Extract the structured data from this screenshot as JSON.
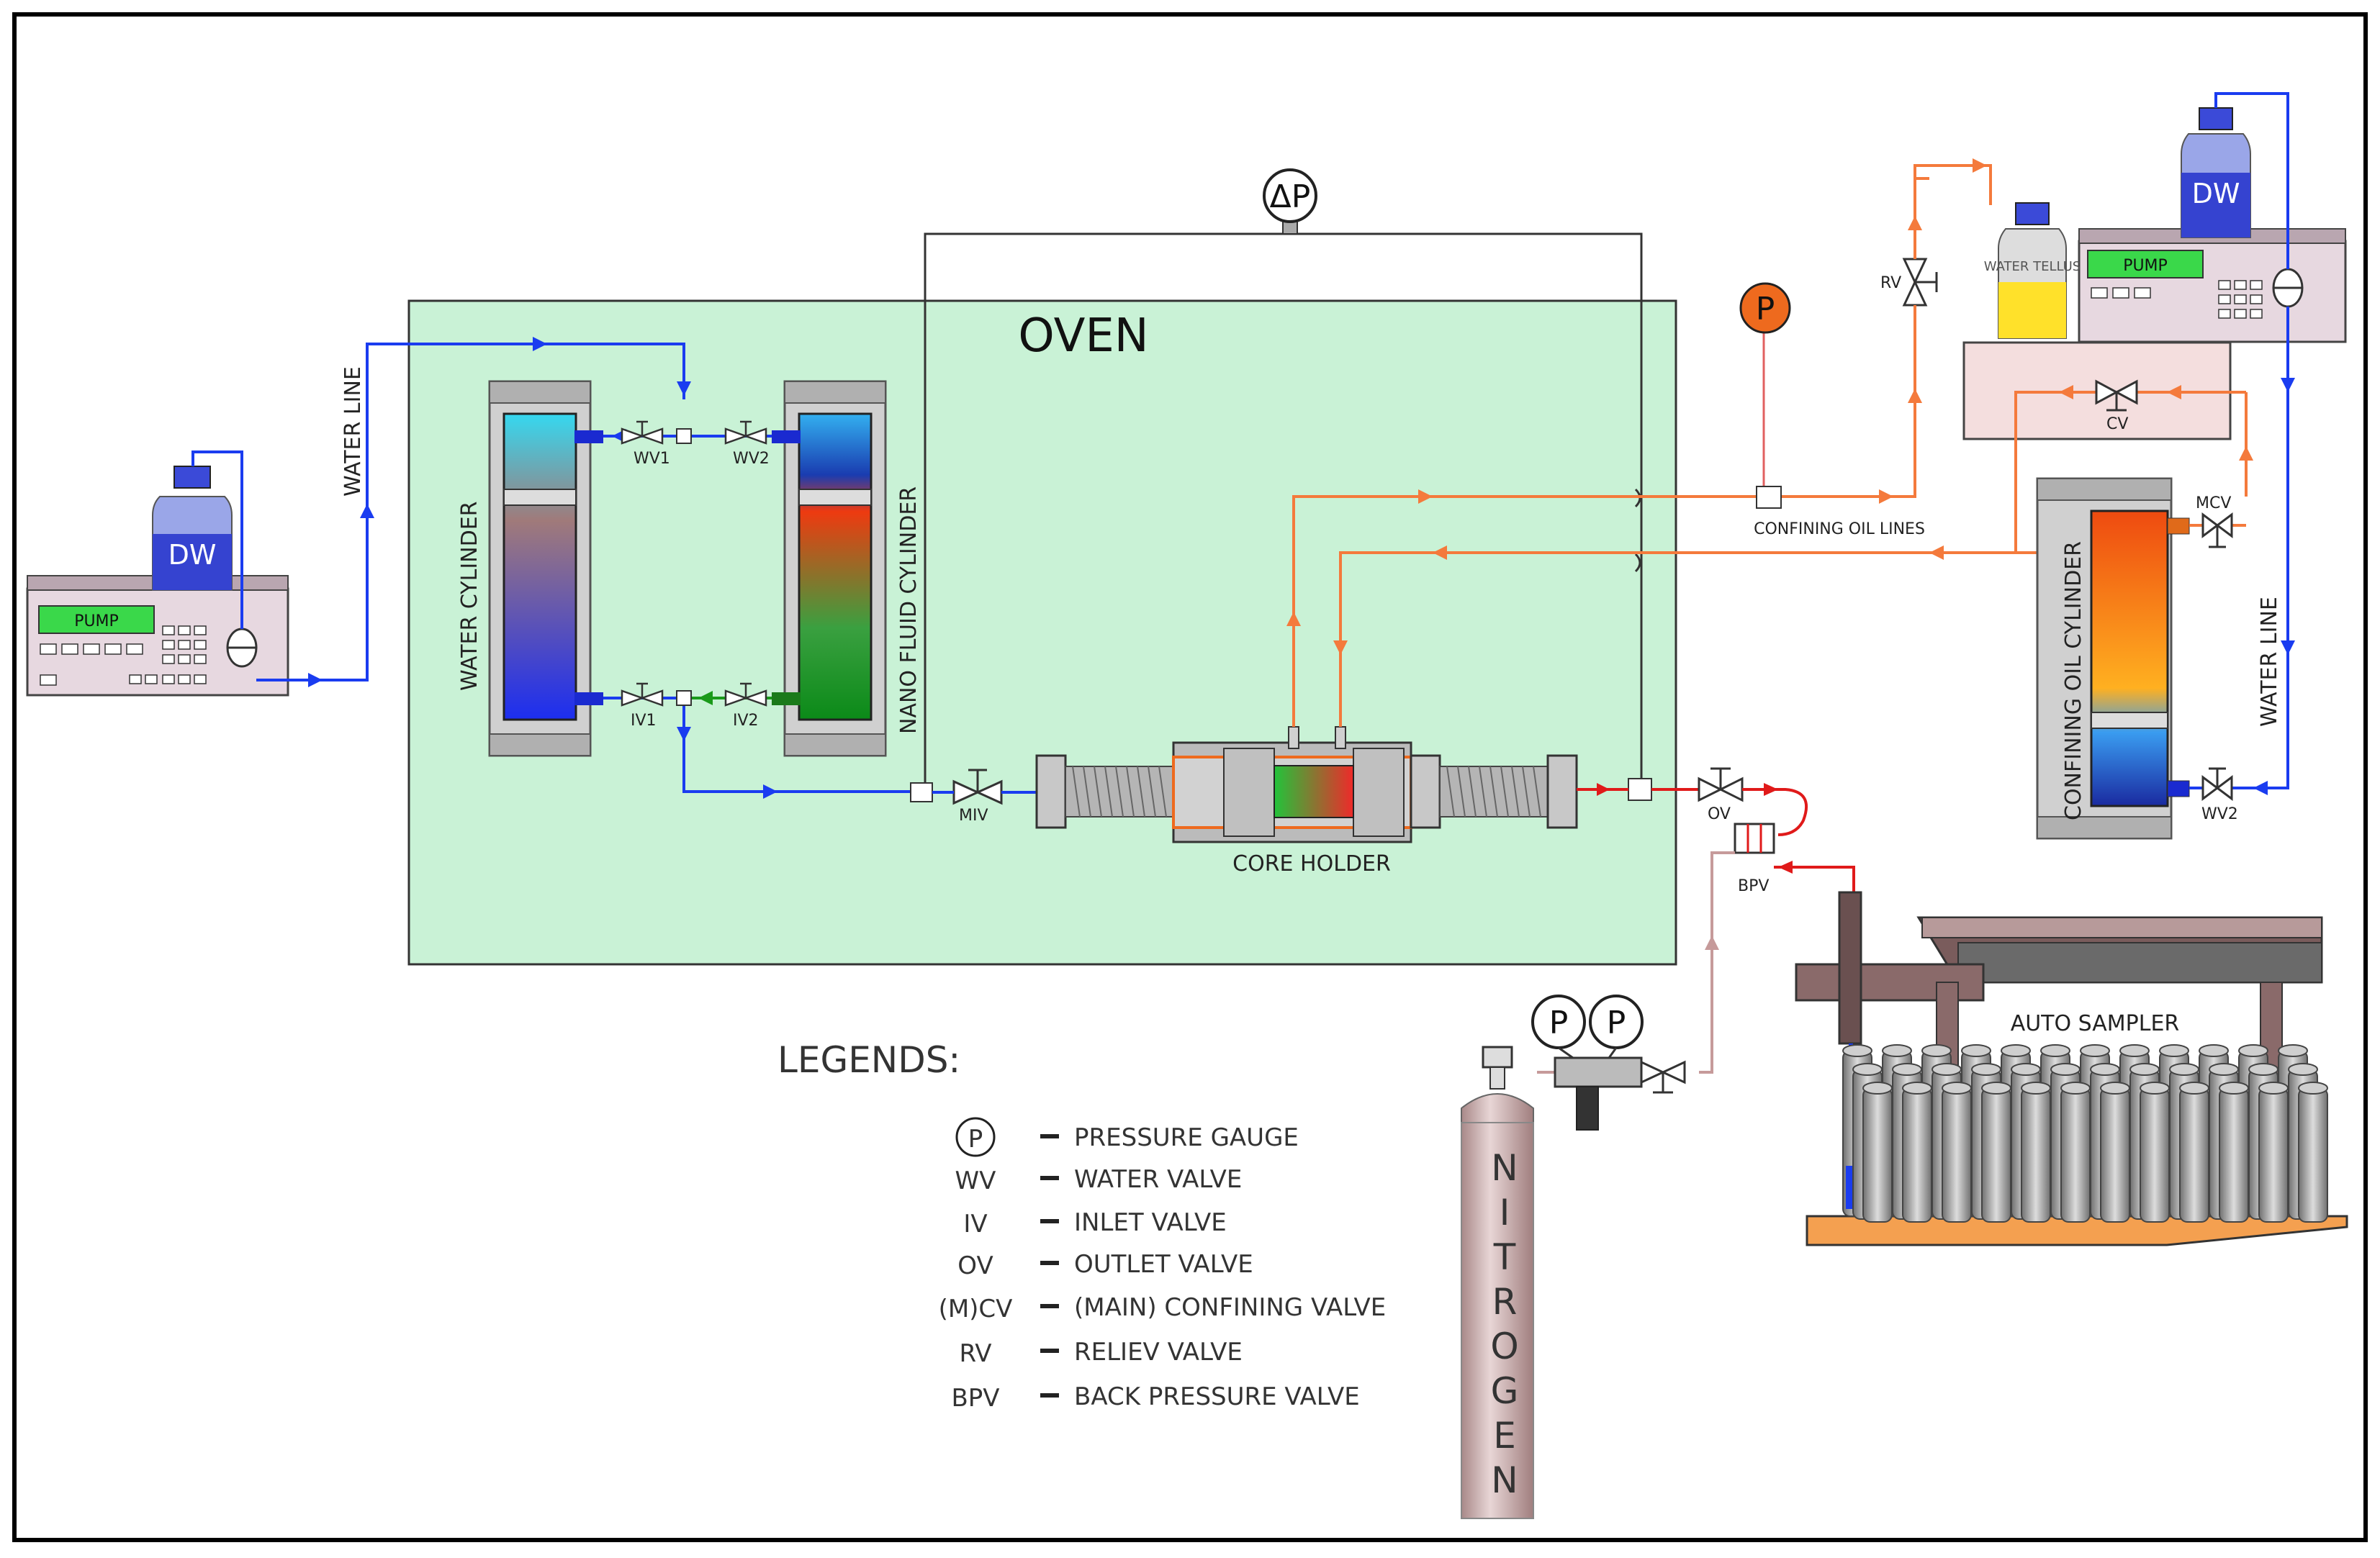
{
  "labels": {
    "oven": "OVEN",
    "water_line_left": "WATER LINE",
    "water_line_right": "WATER LINE",
    "water_cylinder": "WATER CYLINDER",
    "nano_fluid_cylinder": "NANO FLUID CYLINDER",
    "confining_oil_cylinder": "CONFINING OIL CYLINDER",
    "core_holder": "CORE HOLDER",
    "confining_oil_lines": "CONFINING OIL LINES",
    "auto_sampler": "AUTO SAMPLER",
    "nitrogen": "NITROGEN",
    "pump_left": "PUMP",
    "pump_right": "PUMP",
    "dw_left": "DW",
    "dw_right": "DW",
    "water_bottle_right": "WATER TELLUS",
    "delta_p": "ΔP",
    "p_gauge": "P",
    "p_nitrogen_1": "P",
    "p_nitrogen_2": "P"
  },
  "valves": {
    "wv1": "WV1",
    "wv2_top": "WV2",
    "iv1": "IV1",
    "iv2": "IV2",
    "miv": "MIV",
    "ov": "OV",
    "bpv": "BPV",
    "rv": "RV",
    "cv": "CV",
    "mcv": "MCV",
    "wv2_right": "WV2"
  },
  "legend": {
    "title": "LEGENDS:",
    "items": [
      {
        "symbol": "P",
        "desc": "PRESSURE GAUGE",
        "circled": true
      },
      {
        "symbol": "WV",
        "desc": "WATER VALVE"
      },
      {
        "symbol": "IV",
        "desc": "INLET VALVE"
      },
      {
        "symbol": "OV",
        "desc": "OUTLET VALVE"
      },
      {
        "symbol": "(M)CV",
        "desc": "(MAIN) CONFINING VALVE"
      },
      {
        "symbol": "RV",
        "desc": "RELIEV VALVE"
      },
      {
        "symbol": "BPV",
        "desc": "BACK PRESSURE VALVE"
      }
    ]
  },
  "colors": {
    "oven_fill": "#c9f2d6",
    "water_line": "#1a3cf0",
    "oil_line": "#f47a3c",
    "outlet_line": "#e01a1a",
    "gas_line": "#c69a9a",
    "gauge_orange": "#ee6a1e",
    "pump_body": "#e7d8e0",
    "cylinder_tank": "#d8c6c8"
  }
}
